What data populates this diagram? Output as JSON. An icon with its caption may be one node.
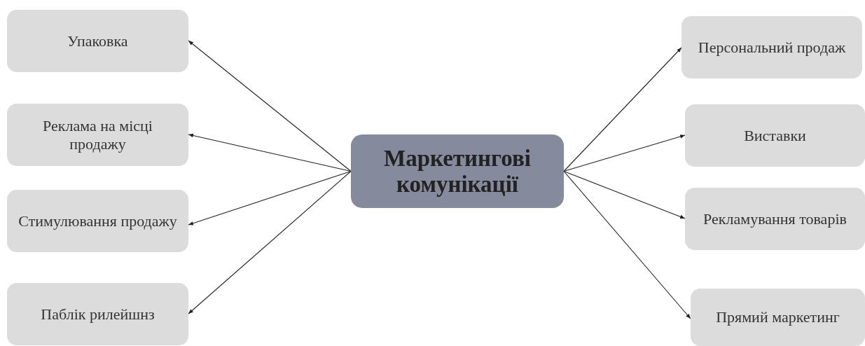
{
  "diagram": {
    "nodes": [
      {
        "text": [
          "Маркетингові комунікації"
        ]
      },
      {
        "text": [
          "Упаковка"
        ]
      },
      {
        "text": [
          "Реклама на місці продажу"
        ]
      },
      {
        "text": [
          "Стимулювання продажу"
        ]
      },
      {
        "text": [
          "Паблік рилейшнз"
        ]
      },
      {
        "text": [
          "Персональний продаж"
        ]
      },
      {
        "text": [
          "Виставки"
        ]
      },
      {
        "text": [
          "Рекламування товарів"
        ]
      },
      {
        "text": [
          "Прямий маркетинг"
        ]
      }
    ],
    "edges": [
      {
        "from": 0,
        "to": 1,
        "arrow": "to"
      },
      {
        "from": 0,
        "to": 2,
        "arrow": "to"
      },
      {
        "from": 0,
        "to": 3,
        "arrow": "to"
      },
      {
        "from": 0,
        "to": 4,
        "arrow": "to"
      },
      {
        "from": 0,
        "to": 5,
        "arrow": "to"
      },
      {
        "from": 0,
        "to": 6,
        "arrow": "to"
      },
      {
        "from": 0,
        "to": 7,
        "arrow": "to"
      },
      {
        "from": 0,
        "to": 8,
        "arrow": "to"
      }
    ]
  }
}
